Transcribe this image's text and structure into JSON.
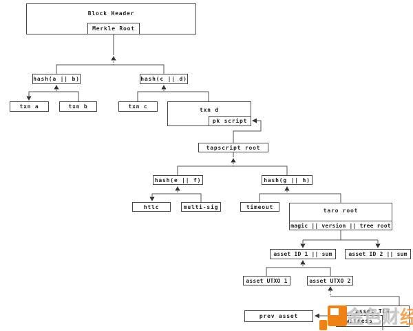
{
  "diagram": {
    "background_color": "#ffffff",
    "line_color": "#4f4f4f",
    "nodes": {
      "block_header": "Block Header",
      "merkle_root": "Merkle Root",
      "hash_ab": "hash(a || b)",
      "hash_cd": "hash(c || d)",
      "txn_a": "txn a",
      "txn_b": "txn b",
      "txn_c": "txn c",
      "txn_d": "txn d",
      "pk_script": "pk script",
      "tapscript_root": "tapscript root",
      "hash_ef": "hash(e || f)",
      "hash_gh": "hash(g || h)",
      "htlc": "htlc",
      "multi_sig": "multi-sig",
      "timeout": "timeout",
      "taro_root": "taro root",
      "taro_root_fields": "magic || version || tree root",
      "asset_id_1": "asset ID 1 || sum",
      "asset_id_2": "asset ID 2 || sum",
      "asset_utxo_1": "asset UTXO 1",
      "asset_utxo_2": "asset UTXO 2",
      "asset_tlv": "asset TLV",
      "witness": "witness",
      "prev_asset": "prev asset"
    },
    "edges": [
      {
        "parent": "merkle_root",
        "children": [
          "hash_ab",
          "hash_cd"
        ],
        "arrow": "up-dashed"
      },
      {
        "parent": "hash_ab",
        "children": [
          "txn_a",
          "txn_b"
        ],
        "arrow": "up-dashed"
      },
      {
        "parent": "hash_cd",
        "children": [
          "txn_c",
          "txn_d"
        ],
        "arrow": "up-dashed"
      },
      {
        "parent": "pk_script",
        "children": [
          "tapscript_root"
        ],
        "arrow": "left"
      },
      {
        "parent": "tapscript_root",
        "children": [
          "hash_ef",
          "hash_gh"
        ],
        "arrow": "up-dashed"
      },
      {
        "parent": "hash_ef",
        "children": [
          "htlc",
          "multi_sig"
        ],
        "arrow": "up-dashed"
      },
      {
        "parent": "hash_gh",
        "children": [
          "timeout",
          "taro_root"
        ],
        "arrow": "up-dashed"
      },
      {
        "parent": "taro_root",
        "children": [
          "asset_id_1",
          "asset_id_2"
        ],
        "arrow": "down"
      },
      {
        "parent": "asset_id_1",
        "children": [
          "asset_utxo_1",
          "asset_utxo_2"
        ],
        "arrow": "up-dashed"
      },
      {
        "parent": "asset_utxo_2",
        "children": [
          "asset_tlv"
        ],
        "arrow": "up-dashed"
      },
      {
        "parent": "witness",
        "children": [
          "prev_asset"
        ],
        "arrow": "left"
      }
    ],
    "watermark": {
      "text_main": "金色财",
      "text_accent": "经",
      "logo_color": "#ef8214"
    }
  }
}
